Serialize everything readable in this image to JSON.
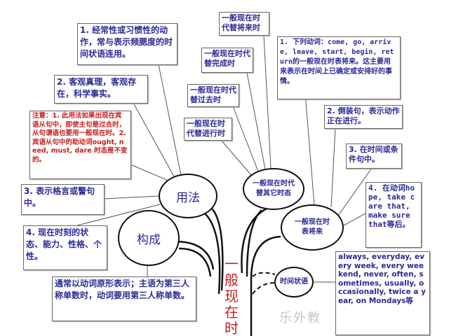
{
  "usage": {
    "label": "用法",
    "items": [
      "1. 经常性或习惯性的动作，常与表示频腮度的时间状语连用。",
      "2.  客观真理，客观存在，科学事实。",
      "3. 表示格言或警句中。",
      "4. 现在时刻的状态、能力、性格、个性。"
    ],
    "note": "注意：1. 此用法如果出现在宾语从句中，即使主句是过去时，从句谓语也要用一般现在时。2. 宾语从句中的助动词ought, need, must, dare 时态是不变的。"
  },
  "structure": {
    "label": "构成",
    "text": "通常以动词原形表示；主语为第三人称单数时，动词要用第三人称单数。"
  },
  "replace": {
    "label": "一般现在时代替其它时态",
    "items": [
      "一般现在时代替将来时",
      "一般现在时代替完成时",
      "一般现在时代替过去时",
      "一般现在时代替进行时"
    ]
  },
  "future": {
    "label": "一般现在时表将来",
    "items": [
      "1. 下列动词：come, go, arrive, leave, start, begin, return的一般现在时表将来。这主要用来表示在时间上已确定或安排好的事情。",
      "2. 倒装句，表示动作正在进行。",
      "3. 在时间或条件句中。",
      "4. 在动词hope, take care that, make sure that等后。"
    ]
  },
  "adverbial": {
    "label": "时间状语",
    "text": "always, everyday, every week, every weekend, never, often, sometimes, usually, occasionally, twice a year, on Mondays等"
  },
  "trunk": {
    "label": "一般现在时"
  },
  "watermark": "乐外教",
  "colors": {
    "text": "#2a2a96",
    "note": "#c8201e",
    "trunk": "#c8201e"
  }
}
